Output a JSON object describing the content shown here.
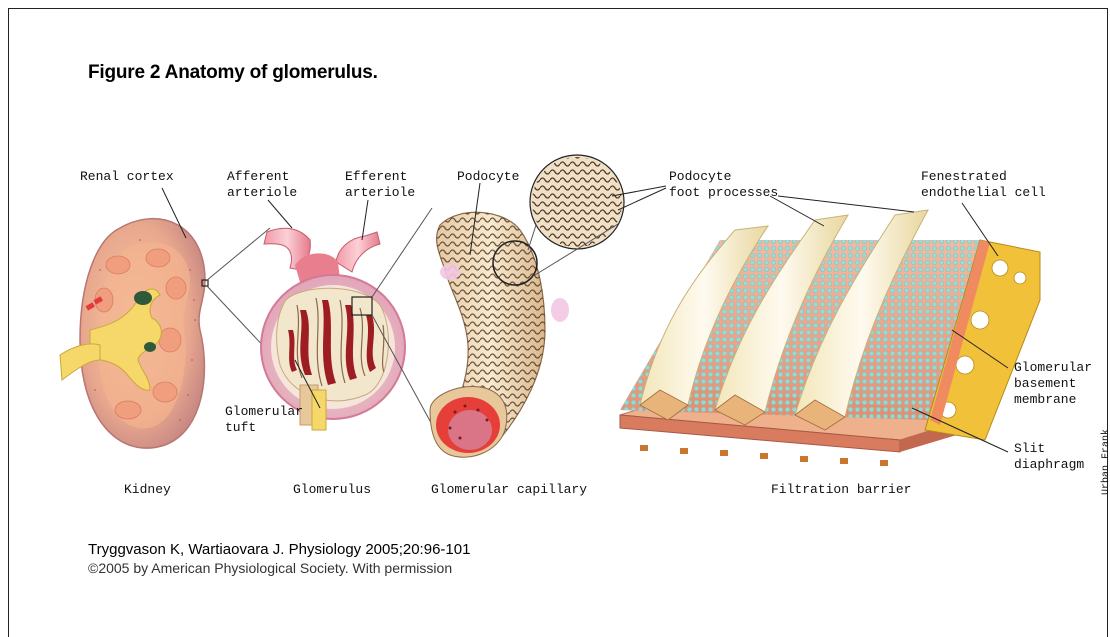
{
  "figure": {
    "title": "Figure 2   Anatomy of glomerulus.",
    "labels": {
      "renal_cortex": "Renal cortex",
      "afferent_1": "Afferent",
      "afferent_2": "arteriole",
      "efferent_1": "Efferent",
      "efferent_2": "arteriole",
      "podocyte": "Podocyte",
      "podocyte_foot_1": "Podocyte",
      "podocyte_foot_2": "foot processes",
      "fenestrated_1": "Fenestrated",
      "fenestrated_2": "endothelial cell",
      "glomerular_tuft_1": "Glomerular",
      "glomerular_tuft_2": "tuft",
      "gbm_1": "Glomerular",
      "gbm_2": "basement",
      "gbm_3": "membrane",
      "slit_1": "Slit",
      "slit_2": "diaphragm"
    },
    "captions": {
      "kidney": "Kidney",
      "glomerulus": "Glomerulus",
      "capillary": "Glomerular capillary",
      "barrier": "Filtration barrier"
    },
    "artist": "Urban Frank"
  },
  "citation": {
    "line1": "Tryggvason K, Wartiaovara J. Physiology 2005;20:96-101",
    "line2": "©2005 by American Physiological Society. With permission"
  }
}
